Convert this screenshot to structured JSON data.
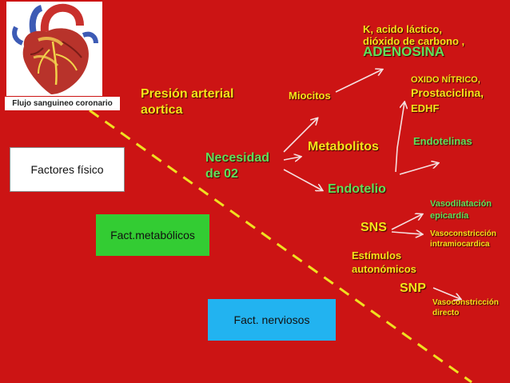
{
  "heart": {
    "icon": "heart-anatomy-icon",
    "caption": "Flujo sanguineo coronario"
  },
  "boxes": {
    "fisico": "Factores físico",
    "metabolicos": "Fact.metabólicos",
    "nerviosos": "Fact. nerviosos"
  },
  "labels": {
    "presion_line1": "Presión arterial",
    "presion_line2": "aortica",
    "necesidad_line1": "Necesidad",
    "necesidad_line2": "de 02",
    "miocitos": "Miocitos",
    "metabolitos": "Metabolitos",
    "endotelio": "Endotelio",
    "k_line1": "K, acido láctico,",
    "k_line2": "dióxido de carbono ,",
    "adenosina": "ADENOSINA",
    "oxido_line1": "OXIDO NÍTRICO,",
    "prostaciclina": "Prostaciclina,",
    "edhf": "EDHF",
    "endotelinas": "Endotelinas",
    "sns": "SNS",
    "vasodilatacion_line1": "Vasodilatación",
    "vasodilatacion_line2": "epicardía",
    "vasoconstriccion_intra_line1": "Vasoconstricción",
    "vasoconstriccion_intra_line2": "intramiocardica",
    "estimulos_line1": "Estímulos",
    "estimulos_line2": "autonómicos",
    "snp": "SNP",
    "vasoconstriccion_directo_line1": "Vasoconstricción",
    "vasoconstriccion_directo_line2": "directo"
  },
  "colors": {
    "background": "#cc1414",
    "yellow_text": "#f5e31a",
    "green_text": "#5fe05a",
    "dashed_line": "#f0e020",
    "arrow": "#f5e0e0",
    "box_green": "#33cc33",
    "box_cyan": "#22b3f0"
  }
}
